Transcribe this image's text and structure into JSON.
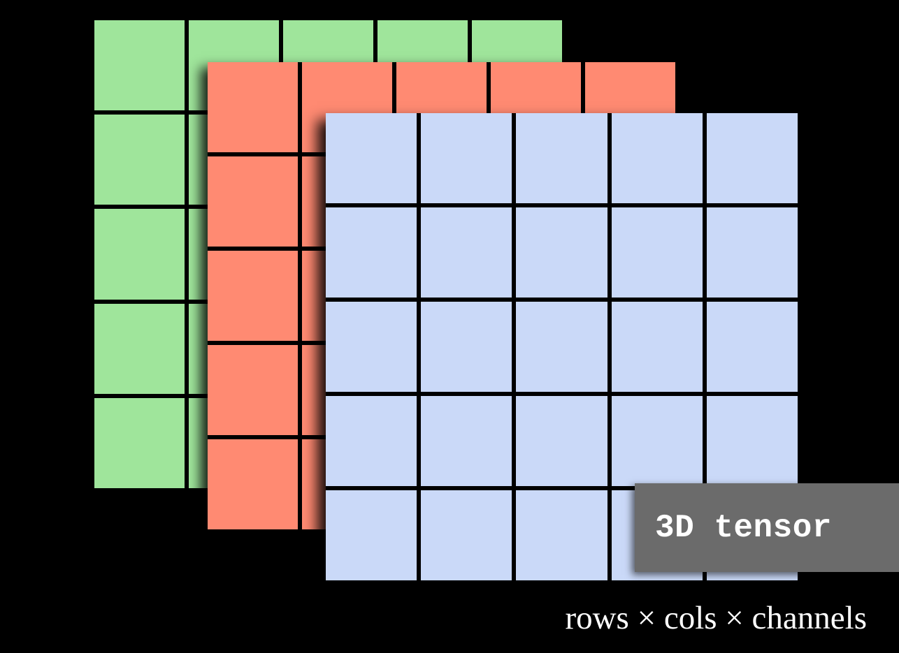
{
  "layers": [
    {
      "id": "green",
      "color": "#9fe59b",
      "rows": 5,
      "cols": 5
    },
    {
      "id": "red",
      "color": "#ff8a72",
      "rows": 5,
      "cols": 5
    },
    {
      "id": "blue",
      "color": "#cad9f8",
      "rows": 5,
      "cols": 5
    }
  ],
  "label": {
    "text": "3D tensor"
  },
  "caption": {
    "text": "rows × cols × channels"
  }
}
